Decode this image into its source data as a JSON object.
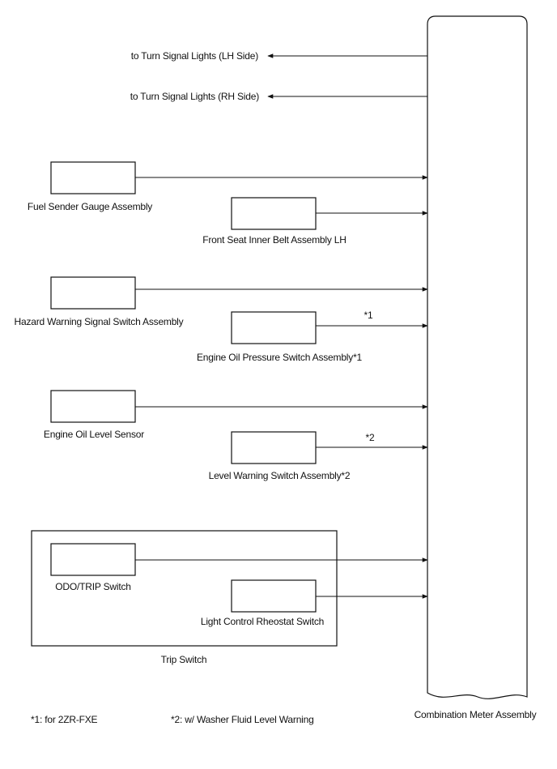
{
  "outputs": {
    "turn_lh": "to Turn Signal Lights (LH Side)",
    "turn_rh": "to Turn Signal Lights (RH Side)"
  },
  "components": {
    "fuel_sender": "Fuel Sender Gauge Assembly",
    "front_seat_belt": "Front Seat Inner Belt Assembly LH",
    "hazard_switch": "Hazard Warning Signal Switch Assembly",
    "oil_pressure": "Engine Oil Pressure Switch Assembly*1",
    "oil_level": "Engine Oil Level Sensor",
    "level_warning": "Level Warning Switch Assembly*2",
    "odo_trip": "ODO/TRIP Switch",
    "rheostat": "Light Control Rheostat Switch"
  },
  "group": {
    "trip_switch": "Trip Switch"
  },
  "wire_notes": {
    "note1": "*1",
    "note2": "*2"
  },
  "meter": {
    "label": "Combination Meter Assembly"
  },
  "footnotes": {
    "f1": "*1: for 2ZR-FXE",
    "f2": "*2: w/ Washer Fluid Level Warning"
  }
}
